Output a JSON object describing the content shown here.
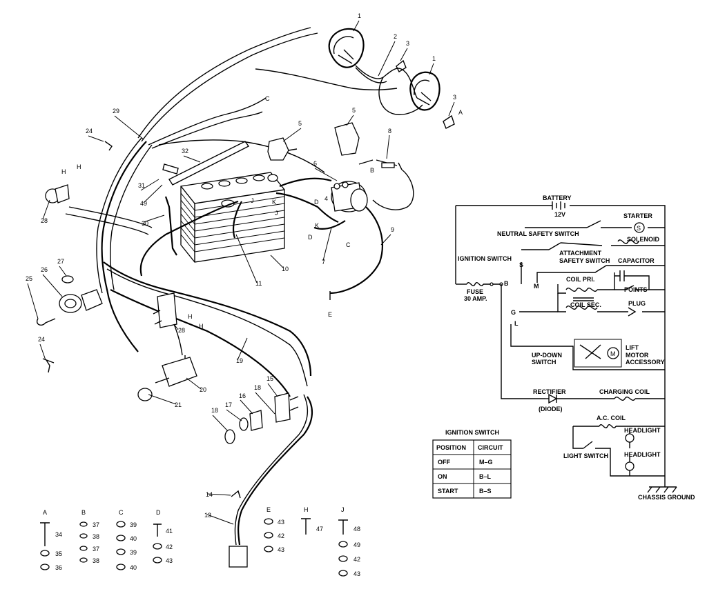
{
  "callouts": {
    "c1a": "1",
    "c1b": "1",
    "c2": "2",
    "c3a": "3",
    "c3b": "3",
    "c4": "4",
    "c5a": "5",
    "c5b": "5",
    "c6": "6",
    "c7": "7",
    "c8": "8",
    "c9": "9",
    "c10": "10",
    "c11": "11",
    "c13": "13",
    "c14": "14",
    "c15": "15",
    "c16": "16",
    "c17": "17",
    "c18a": "18",
    "c18b": "18",
    "c19": "19",
    "c20": "20",
    "c21": "21",
    "c24a": "24",
    "c24b": "24",
    "c25": "25",
    "c26": "26",
    "c27": "27",
    "c28a": "28",
    "c28b": "28",
    "c29": "29",
    "c30": "30",
    "c31": "31",
    "c32": "32",
    "c49": "49"
  },
  "letters": {
    "a1": "A",
    "b1": "B",
    "c1": "C",
    "c2": "C",
    "d1": "D",
    "d2": "D",
    "e1": "E",
    "h1": "H",
    "h2": "H",
    "h3": "H",
    "h4": "H",
    "j1": "J",
    "j2": "J",
    "k1": "K",
    "k2": "K"
  },
  "schematic": {
    "battery": "BATTERY",
    "v12": "12V",
    "starter": "STARTER",
    "s_sym": "S",
    "neutral": "NEUTRAL SAFETY SWITCH",
    "solenoid": "SOLENOID",
    "ignition": "IGNITION SWITCH",
    "s_term": "S",
    "attach1": "ATTACHMENT",
    "attach2": "SAFETY SWITCH",
    "capacitor": "CAPACITOR",
    "m_term": "M",
    "coil_pri": "COIL PRI.",
    "points": "POINTS",
    "fuse1": "FUSE",
    "fuse2": "30 AMP.",
    "b_term": "B",
    "coil_sec": "COIL SEC.",
    "plug": "PLUG",
    "g_term": "G",
    "l_term": "L",
    "lift1": "LIFT",
    "lift2": "MOTOR",
    "lift3": "ACCESSORY",
    "m_sym": "M",
    "updown1": "UP-DOWN",
    "updown2": "SWITCH",
    "rectifier": "RECTIFIER",
    "diode": "(DIODE)",
    "charging": "CHARGING COIL",
    "ac_coil": "A.C. COIL",
    "headlight1": "HEADLIGHT",
    "light_switch": "LIGHT SWITCH",
    "headlight2": "HEADLIGHT",
    "chassis": "CHASSIS GROUND"
  },
  "table": {
    "title": "IGNITION SWITCH",
    "headers": [
      "POSITION",
      "CIRCUIT"
    ],
    "rows": [
      [
        "OFF",
        "M–G"
      ],
      [
        "ON",
        "B–L"
      ],
      [
        "START",
        "B–S"
      ]
    ]
  },
  "hardware": {
    "groups": [
      {
        "letter": "A",
        "items": [
          "34",
          "35",
          "36"
        ]
      },
      {
        "letter": "B",
        "items": [
          "37",
          "38",
          "37",
          "38"
        ]
      },
      {
        "letter": "C",
        "items": [
          "39",
          "40",
          "39",
          "40"
        ]
      },
      {
        "letter": "D",
        "items": [
          "41",
          "42",
          "43"
        ]
      },
      {
        "letter": "E",
        "items": [
          "43",
          "42",
          "43"
        ]
      },
      {
        "letter": "H",
        "items": [
          "47"
        ]
      },
      {
        "letter": "J",
        "items": [
          "48",
          "49",
          "42",
          "43"
        ]
      }
    ]
  }
}
